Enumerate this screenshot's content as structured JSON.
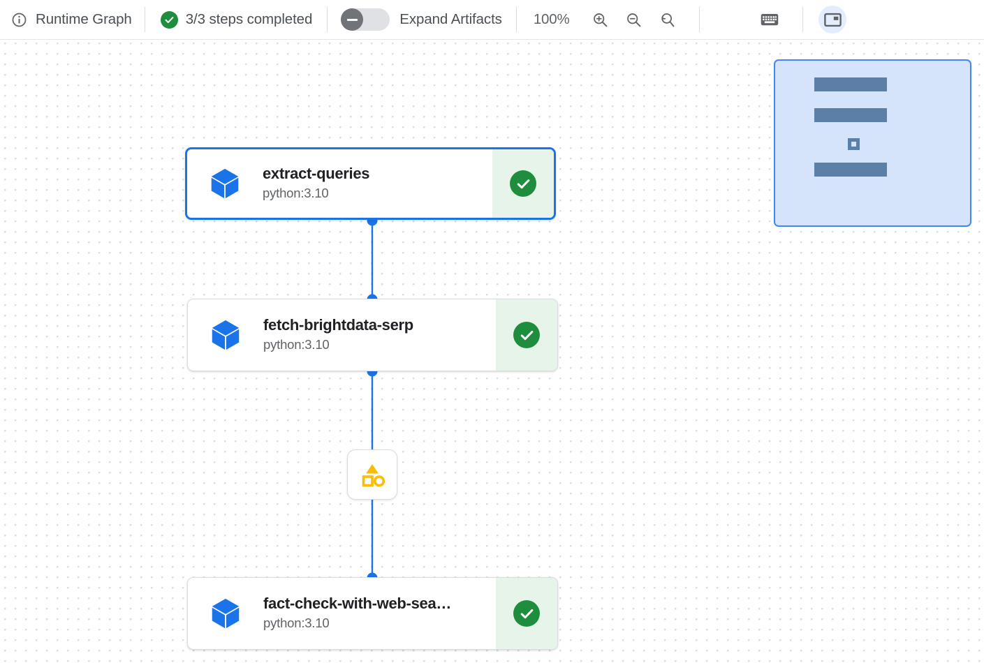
{
  "toolbar": {
    "info_icon": "info-circle-icon",
    "title": "Runtime Graph",
    "status_icon": "check-circle-icon",
    "status_text": "3/3 steps completed",
    "toggle": {
      "name": "expand-artifacts-toggle",
      "label": "Expand Artifacts",
      "state": "off",
      "thumb_icon": "minus-icon"
    },
    "zoom_level": "100%",
    "zoom_in_icon": "zoom-in-icon",
    "zoom_out_icon": "zoom-out-icon",
    "zoom_reset_icon": "zoom-reset-icon",
    "keyboard_icon": "keyboard-icon",
    "minimap_icon": "picture-in-picture-icon",
    "minimap_active": true
  },
  "canvas": {
    "background": "dot-grid",
    "dot_color": "#dcdde1",
    "edge_color": "#1a73e8"
  },
  "nodes": [
    {
      "id": "extract-queries",
      "title": "extract-queries",
      "subtitle": "python:3.10",
      "icon": "cube-icon",
      "status": "completed",
      "status_icon": "check-circle-icon",
      "selected": true
    },
    {
      "id": "fetch-brightdata-serp",
      "title": "fetch-brightdata-serp",
      "subtitle": "python:3.10",
      "icon": "cube-icon",
      "status": "completed",
      "status_icon": "check-circle-icon",
      "selected": false
    },
    {
      "id": "fact-check-with-web-search",
      "title": "fact-check-with-web-sea…",
      "subtitle": "python:3.10",
      "icon": "cube-icon",
      "status": "completed",
      "status_icon": "check-circle-icon",
      "selected": false
    }
  ],
  "artifact": {
    "name": "artifact-badge",
    "icon": "shapes-icon",
    "color": "#fbbc04"
  },
  "minimap": {
    "name": "minimap",
    "background": "#d5e4fa",
    "border": "#4285f4",
    "node_color": "#5b7fa6",
    "items": [
      {
        "type": "node",
        "ref": "extract-queries"
      },
      {
        "type": "node",
        "ref": "fetch-brightdata-serp"
      },
      {
        "type": "artifact",
        "ref": "artifact-badge"
      },
      {
        "type": "node",
        "ref": "fact-check-with-web-search"
      }
    ]
  },
  "colors": {
    "accent": "#1a73e8",
    "success": "#1e8e3e",
    "success_bg": "#e6f4ea",
    "artifact": "#fbbc04",
    "text": "#202124",
    "muted": "#5f6368"
  }
}
